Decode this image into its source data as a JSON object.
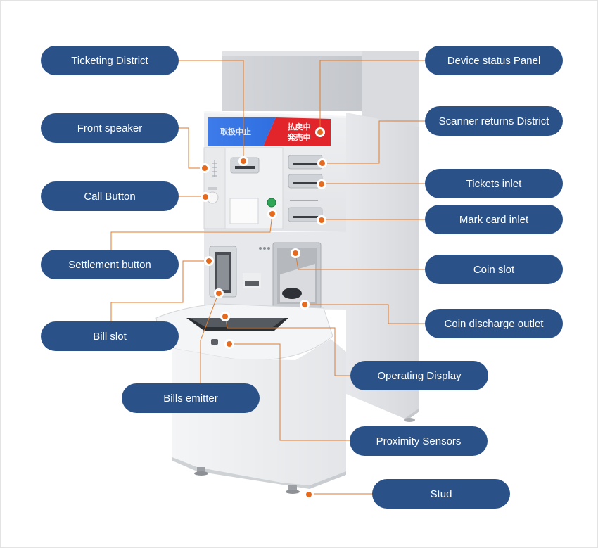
{
  "labels": {
    "ticketing_district": "Ticketing District",
    "front_speaker": "Front speaker",
    "call_button": "Call Button",
    "settlement_button": "Settlement button",
    "bill_slot": "Bill slot",
    "bills_emitter": "Bills emitter",
    "device_status_panel": "Device status Panel",
    "scanner_returns_district": "Scanner returns District",
    "tickets_inlet": "Tickets inlet",
    "mark_card_inlet": "Mark card inlet",
    "coin_slot": "Coin slot",
    "coin_discharge_outlet": "Coin discharge outlet",
    "operating_display": "Operating Display",
    "proximity_sensors": "Proximity Sensors",
    "stud": "Stud"
  },
  "status_panel": {
    "left_text": "取扱中止",
    "right_line1": "払戻中",
    "right_line2": "発売中"
  },
  "colors": {
    "label_fill": "#2b5288",
    "label_text": "#ffffff",
    "leader_line": "#e07a2c",
    "marker_dot": "#e66a1e",
    "panel_blue": "#2f6fe0",
    "panel_red": "#e2252b"
  }
}
